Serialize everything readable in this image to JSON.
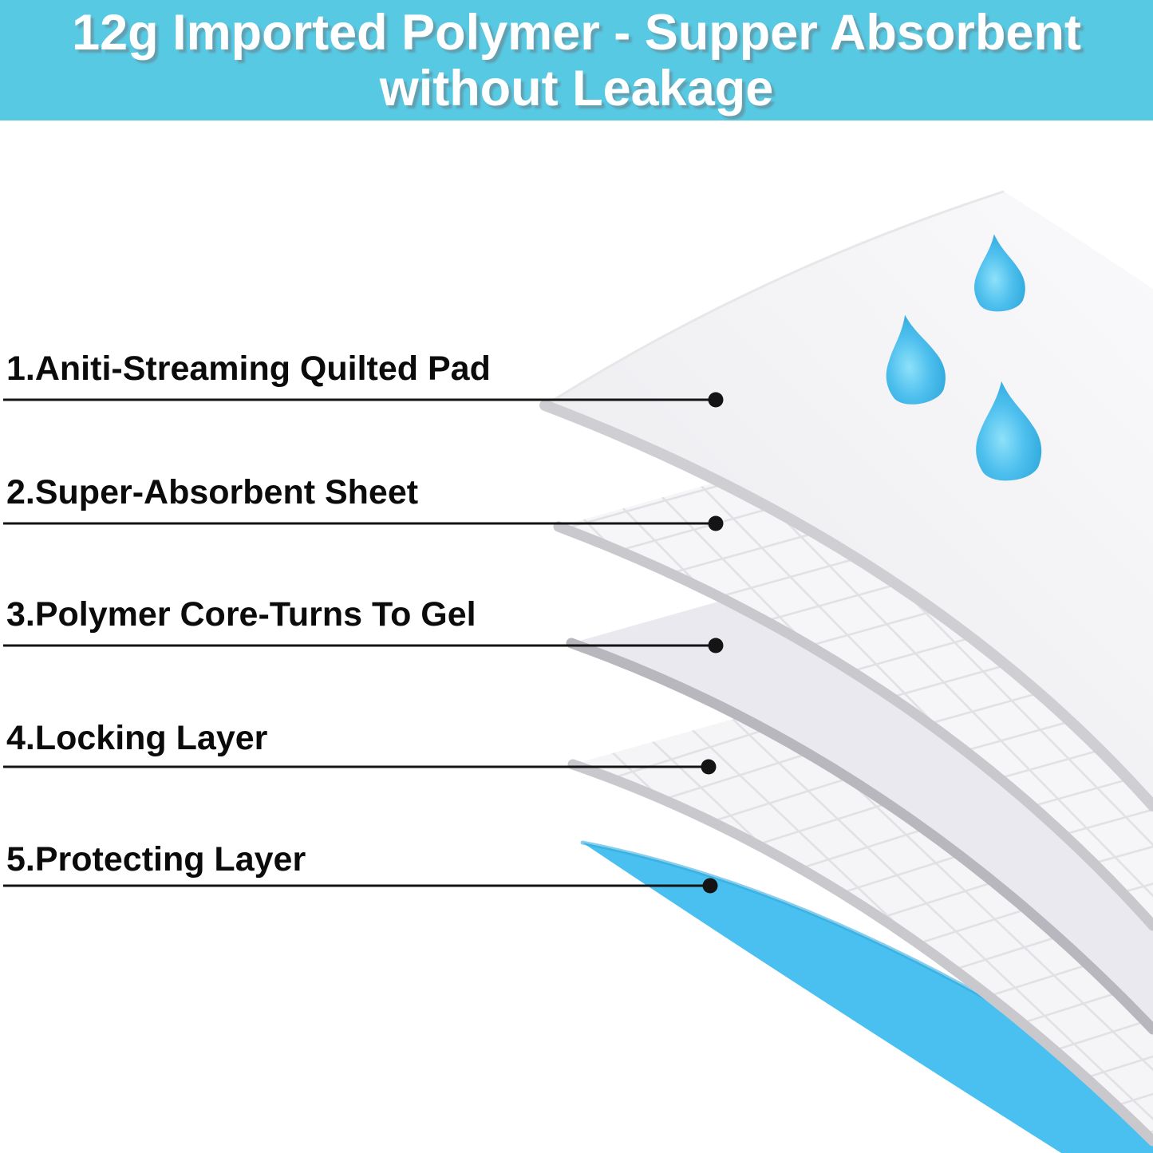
{
  "banner": {
    "line1": "12g Imported Polymer - Supper Absorbent",
    "line2": "without Leakage"
  },
  "labels": [
    {
      "text": "1.Aniti-Streaming Quilted Pad"
    },
    {
      "text": "2.Super-Absorbent Sheet"
    },
    {
      "text": "3.Polymer Core-Turns To Gel"
    },
    {
      "text": "4.Locking Layer"
    },
    {
      "text": "5.Protecting Layer"
    }
  ],
  "colors": {
    "banner_bg": "#57C9E3",
    "banner_text": "#FFFFFF",
    "droplet_blue": "#3FB5E8",
    "protecting_layer_blue": "#49C0EF",
    "protecting_layer_edge": "#2BA6DA",
    "sheet_white": "#F4F4F6",
    "quilt_base": "#F6F6F8",
    "quilt_line": "#E1E1E5",
    "core_gray": "#E9E9EF",
    "edge_gray": "#C9C9CD",
    "core_edge_gray": "#B7B7BD",
    "leader_black": "#141414"
  }
}
